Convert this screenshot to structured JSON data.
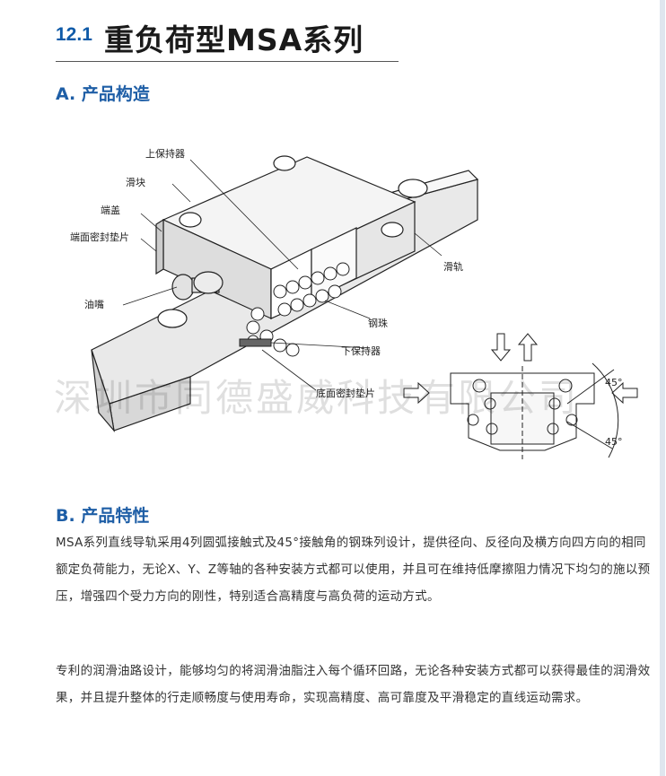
{
  "header": {
    "section_number": "12.1",
    "title": "重负荷型MSA系列"
  },
  "section_a": {
    "title": "A. 产品构造",
    "labels": {
      "upper_retainer": "上保持器",
      "slider": "滑块",
      "end_cap": "端盖",
      "end_seal": "端面密封垫片",
      "grease_nipple": "油嘴",
      "rail": "滑轨",
      "steel_ball": "钢珠",
      "lower_retainer": "下保持器",
      "bottom_seal": "底面密封垫片"
    },
    "angle_top": "45°",
    "angle_bottom": "45°"
  },
  "watermark": "深圳市同德盛威科技有限公司",
  "section_b": {
    "title": "B. 产品特性",
    "paragraph_1": "MSA系列直线导轨采用4列圆弧接触式及45°接触角的钢珠列设计，提供径向、反径向及横方向四方向的相同额定负荷能力，无论X、Y、Z等轴的各种安装方式都可以使用，并且可在维持低摩擦阻力情况下均匀的施以预压，增强四个受力方向的刚性，特别适合高精度与高负荷的运动方式。",
    "paragraph_2": "专利的润滑油路设计，能够均匀的将润滑油脂注入每个循环回路，无论各种安装方式都可以获得最佳的润滑效果，并且提升整体的行走顺畅度与使用寿命，实现高精度、高可靠度及平滑稳定的直线运动需求。"
  }
}
